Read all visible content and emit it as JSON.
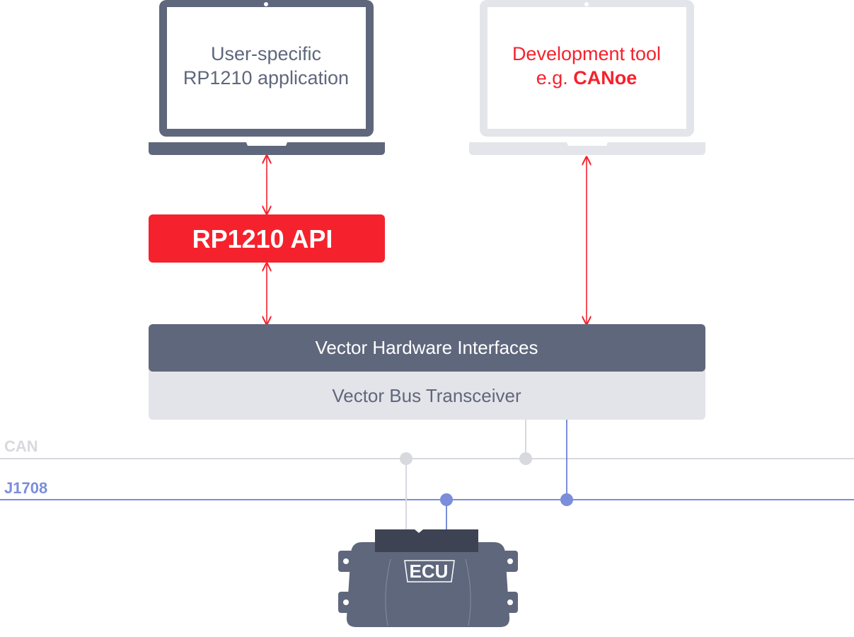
{
  "laptop_left": {
    "line1": "User-specific",
    "line2": "RP1210 application"
  },
  "laptop_right": {
    "line1": "Development tool",
    "line2_prefix": "e.g. ",
    "line2_bold": "CANoe"
  },
  "api_box": {
    "label": "RP1210 API"
  },
  "hardware": {
    "interfaces_label": "Vector Hardware Interfaces",
    "transceiver_label": "Vector Bus Transceiver"
  },
  "buses": {
    "can_label": "CAN",
    "j1708_label": "J1708"
  },
  "ecu": {
    "label": "ECU"
  },
  "colors": {
    "slate": "#5f677c",
    "dark_slate": "#3d4352",
    "light_gray": "#e3e4e9",
    "laptop_light": "#e4e5ea",
    "red": "#f5222d",
    "blue": "#7b8ddb",
    "can_gray": "#d8d9de",
    "white": "#ffffff"
  }
}
